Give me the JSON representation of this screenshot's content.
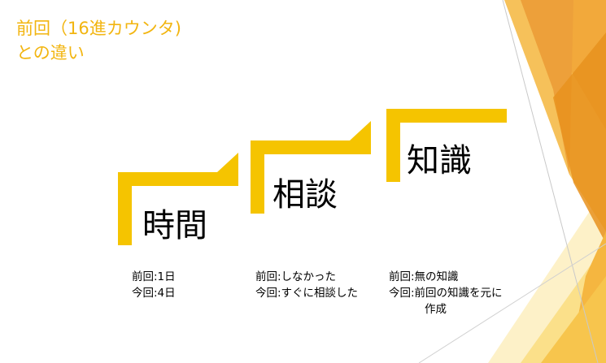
{
  "slide": {
    "title_line1": "前回（16進カウンタ)",
    "title_line2": "との違い"
  },
  "steps": [
    {
      "label": "時間"
    },
    {
      "label": "相談"
    },
    {
      "label": "知識"
    }
  ],
  "notes": [
    {
      "prev": "前回:1日",
      "now": "今回:4日"
    },
    {
      "prev": "前回:しなかった",
      "now": "今回:すぐに相談した"
    },
    {
      "prev": "前回:無の知識",
      "now": "今回:前回の知識を元に",
      "cont": "作成"
    }
  ],
  "colors": {
    "title": "#f2b510",
    "accent": "#f5c400",
    "orange_dark": "#e8921e",
    "orange": "#f2a93b",
    "yellow_light": "#fbe08a"
  }
}
